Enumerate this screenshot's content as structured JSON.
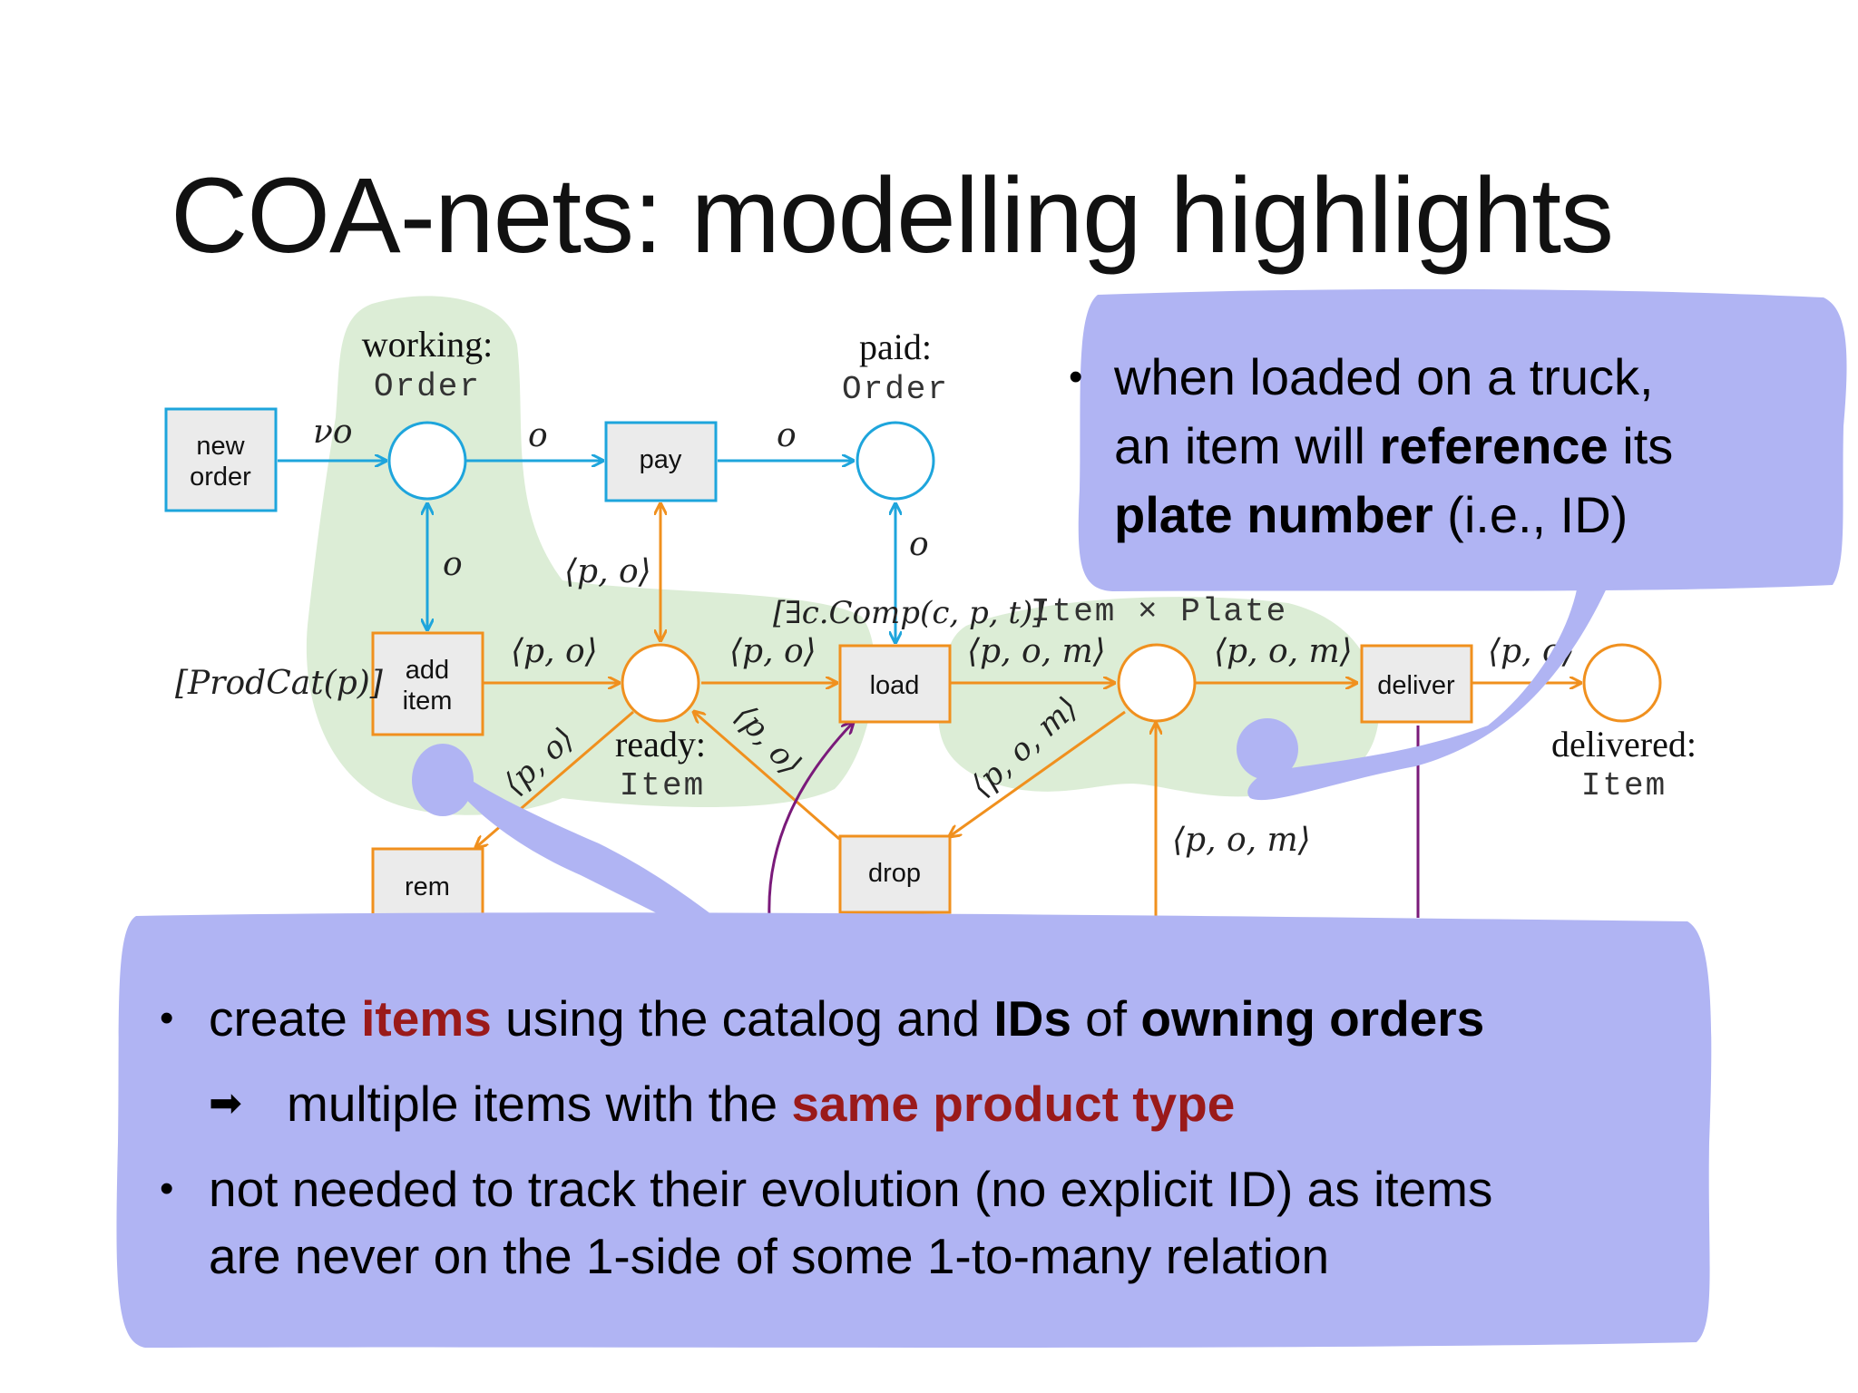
{
  "slide": {
    "title": "COA-nets: modelling highlights"
  },
  "diagram": {
    "transitions": {
      "new_order": [
        "new",
        "order"
      ],
      "pay": "pay",
      "add_item": [
        "add",
        "item"
      ],
      "load": "load",
      "deliver": "deliver",
      "rem": "rem",
      "drop": "drop"
    },
    "places": {
      "working": {
        "name": "working:",
        "type": "Order"
      },
      "paid": {
        "name": "paid:",
        "type": "Order"
      },
      "ready": {
        "name": "ready:",
        "type": "Item"
      },
      "delivered": {
        "name": "delivered:",
        "type": "Item"
      }
    },
    "arc_labels": {
      "nu_o": "νo",
      "o_working_pay": "o",
      "o_pay_paid": "o",
      "o_working_add": "o",
      "o_paid_load": "o",
      "po_pay": "⟨p, o⟩",
      "po_add_ready": "⟨p, o⟩",
      "po_ready_load": "⟨p, o⟩",
      "pom_load_mid": "⟨p, o, m⟩",
      "pom_mid_deliver": "⟨p, o, m⟩",
      "po_deliver": "⟨p, o⟩",
      "po_ready_rem": "⟨p, o⟩",
      "po_drop_ready": "⟨p, o⟩",
      "pom_mid_drop": "⟨p, o, m⟩",
      "pom_bottom": "⟨p, o, m⟩"
    },
    "guards": {
      "add_item": "[ProdCat(p)]",
      "load": "[∃c.Comp(c, p, t)]",
      "load_type": "Item × Plate"
    },
    "colors": {
      "blue": "#1ea5dc",
      "orange": "#f0901e",
      "purple": "#7a1a7a",
      "green_region": "#dcedd6",
      "callout": "#b0b4f3",
      "emphasis_red": "#9a1a1a"
    }
  },
  "callouts": {
    "top": {
      "line1": "when loaded on a truck,",
      "line2_a": "an item will ",
      "line2_b": "reference",
      "line2_c": " its",
      "line3_a": "plate number",
      "line3_b": " (i.e., ID)"
    },
    "bottom": {
      "b1_a": "create ",
      "b1_b": "items",
      "b1_c": " using the catalog and ",
      "b1_d": "IDs",
      "b1_e": " of ",
      "b1_f": "owning orders",
      "arrow": "➡",
      "sub_a": "multiple items with the ",
      "sub_b": "same product type",
      "b2_line1": "not needed to track their evolution (no explicit ID) as items",
      "b2_line2": "are never on the 1-side of some 1-to-many relation"
    }
  }
}
